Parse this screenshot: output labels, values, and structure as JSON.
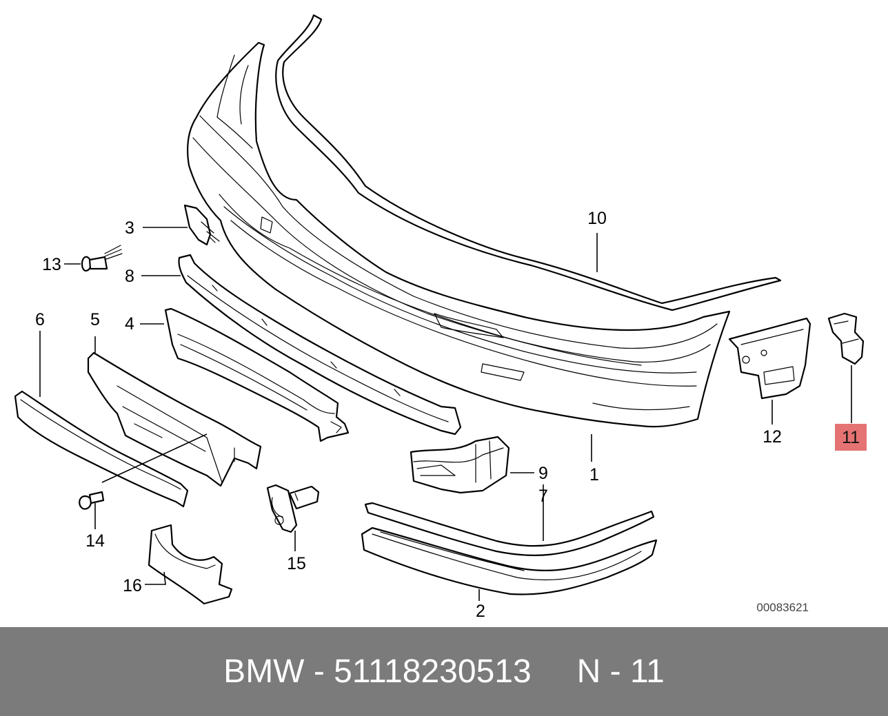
{
  "diagram": {
    "callouts": [
      {
        "id": "1",
        "label": "1"
      },
      {
        "id": "2",
        "label": "2"
      },
      {
        "id": "3",
        "label": "3"
      },
      {
        "id": "4",
        "label": "4"
      },
      {
        "id": "5",
        "label": "5"
      },
      {
        "id": "6",
        "label": "6"
      },
      {
        "id": "7",
        "label": "7"
      },
      {
        "id": "8",
        "label": "8"
      },
      {
        "id": "9",
        "label": "9"
      },
      {
        "id": "10",
        "label": "10"
      },
      {
        "id": "11",
        "label": "11",
        "highlighted": true
      },
      {
        "id": "12",
        "label": "12"
      },
      {
        "id": "13",
        "label": "13"
      },
      {
        "id": "14",
        "label": "14"
      },
      {
        "id": "15",
        "label": "15"
      },
      {
        "id": "16",
        "label": "16"
      }
    ],
    "reference_code": "00083621",
    "highlight_color": "#e57373"
  },
  "footer": {
    "brand_part": "BMW - 51118230513",
    "position": "N - 11",
    "background": "#7b7b7b",
    "text_color": "#ffffff"
  }
}
